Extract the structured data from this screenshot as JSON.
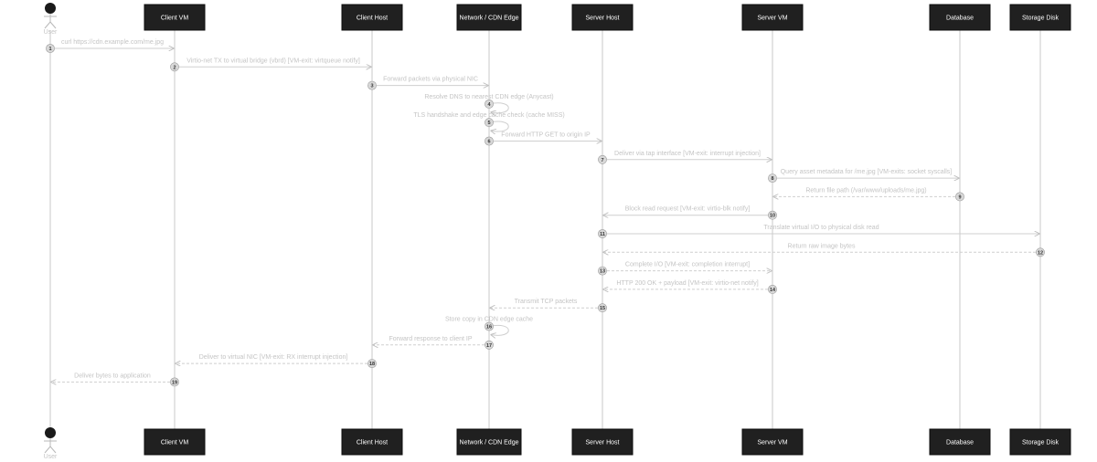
{
  "participants": [
    {
      "id": "user",
      "label": "User",
      "kind": "actor"
    },
    {
      "id": "client_vm",
      "label": "Client VM",
      "kind": "box"
    },
    {
      "id": "client_host",
      "label": "Client Host",
      "kind": "box"
    },
    {
      "id": "cdn",
      "label": "Network / CDN Edge",
      "kind": "box"
    },
    {
      "id": "server_host",
      "label": "Server Host",
      "kind": "box"
    },
    {
      "id": "server_vm",
      "label": "Server VM",
      "kind": "box"
    },
    {
      "id": "database",
      "label": "Database",
      "kind": "box"
    },
    {
      "id": "storage",
      "label": "Storage Disk",
      "kind": "box"
    }
  ],
  "messages": [
    {
      "n": "1",
      "from": "user",
      "to": "client_vm",
      "text": "curl https://cdn.example.com/me.jpg",
      "dashed": false
    },
    {
      "n": "2",
      "from": "client_vm",
      "to": "client_host",
      "text": "Virtio-net TX to virtual bridge (vbrd) [VM-exit: virtqueue notify]",
      "dashed": false
    },
    {
      "n": "3",
      "from": "client_host",
      "to": "cdn",
      "text": "Forward packets via physical NIC",
      "dashed": false
    },
    {
      "n": "4",
      "from": "cdn",
      "to": "cdn",
      "text": "Resolve DNS to nearest CDN edge (Anycast)",
      "dashed": false
    },
    {
      "n": "5",
      "from": "cdn",
      "to": "cdn",
      "text": "TLS handshake and edge cache check (cache MISS)",
      "dashed": false
    },
    {
      "n": "6",
      "from": "cdn",
      "to": "server_host",
      "text": "Forward HTTP GET to origin IP",
      "dashed": false
    },
    {
      "n": "7",
      "from": "server_host",
      "to": "server_vm",
      "text": "Deliver via tap interface [VM-exit: interrupt injection]",
      "dashed": false
    },
    {
      "n": "8",
      "from": "server_vm",
      "to": "database",
      "text": "Query asset metadata for /me.jpg [VM-exits: socket syscalls]",
      "dashed": false
    },
    {
      "n": "9",
      "from": "database",
      "to": "server_vm",
      "text": "Return file path (/var/www/uploads/me.jpg)",
      "dashed": true
    },
    {
      "n": "10",
      "from": "server_vm",
      "to": "server_host",
      "text": "Block read request [VM-exit: virtio-blk notify]",
      "dashed": false
    },
    {
      "n": "11",
      "from": "server_host",
      "to": "storage",
      "text": "Translate virtual I/O to physical disk read",
      "dashed": false
    },
    {
      "n": "12",
      "from": "storage",
      "to": "server_host",
      "text": "Return raw image bytes",
      "dashed": true
    },
    {
      "n": "13",
      "from": "server_host",
      "to": "server_vm",
      "text": "Complete I/O [VM-exit: completion interrupt]",
      "dashed": true
    },
    {
      "n": "14",
      "from": "server_vm",
      "to": "server_host",
      "text": "HTTP 200 OK + payload [VM-exit: virtio-net notify]",
      "dashed": true
    },
    {
      "n": "15",
      "from": "server_host",
      "to": "cdn",
      "text": "Transmit TCP packets",
      "dashed": true
    },
    {
      "n": "16",
      "from": "cdn",
      "to": "cdn",
      "text": "Store copy in CDN edge cache",
      "dashed": false
    },
    {
      "n": "17",
      "from": "cdn",
      "to": "client_host",
      "text": "Forward response to client IP",
      "dashed": true
    },
    {
      "n": "18",
      "from": "client_host",
      "to": "client_vm",
      "text": "Deliver to virtual NIC [VM-exit: RX interrupt injection]",
      "dashed": true
    },
    {
      "n": "19",
      "from": "client_vm",
      "to": "user",
      "text": "Deliver bytes to application",
      "dashed": true
    }
  ]
}
